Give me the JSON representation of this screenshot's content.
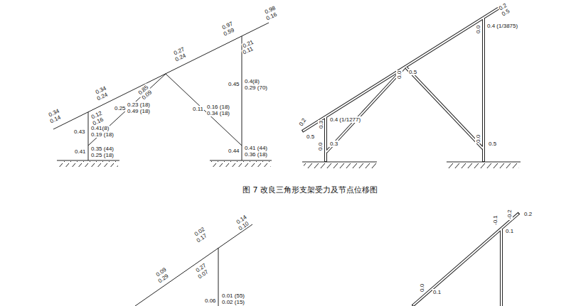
{
  "diagram": {
    "caption": "图 7 改良三角形支架受力及节点位移图",
    "labels": [
      "0.98",
      "0.16",
      "0.97",
      "0.59",
      "0.21",
      "0.11",
      "0.27",
      "0.24",
      "0.34",
      "0.24",
      "0.34",
      "0.14",
      "0.12",
      "0.16",
      "0.43",
      "0.41(8)",
      "0.19 (18)",
      "0.25",
      "0.23 (18)",
      "0.49 (18)",
      "0.85",
      "0.09",
      "0.41",
      "0.35 (44)",
      "0.25 (18)",
      "0.11",
      "0.16 (18)",
      "0.34 (18)",
      "0.45",
      "0.4(8)",
      "0.29 (70)",
      "0.44",
      "0.41 (44)",
      "0.36 (18)",
      "0.2",
      "0.5",
      "0.0",
      "0.4 (1/3875)",
      "0.0",
      "0.5",
      "0.3",
      "0.4 (1/1277)",
      "0.2",
      "0.5",
      "0.0",
      "0.3",
      "0.0",
      "0.5",
      "0.09",
      "0.29",
      "0.02",
      "0.17",
      "0.27",
      "0.07",
      "0.14",
      "0.10",
      "0.06",
      "0.01 (55)",
      "0.02 (15)",
      "-0.1",
      "-0.2",
      "0.2",
      "0.1",
      "0.0",
      "0.1"
    ]
  }
}
